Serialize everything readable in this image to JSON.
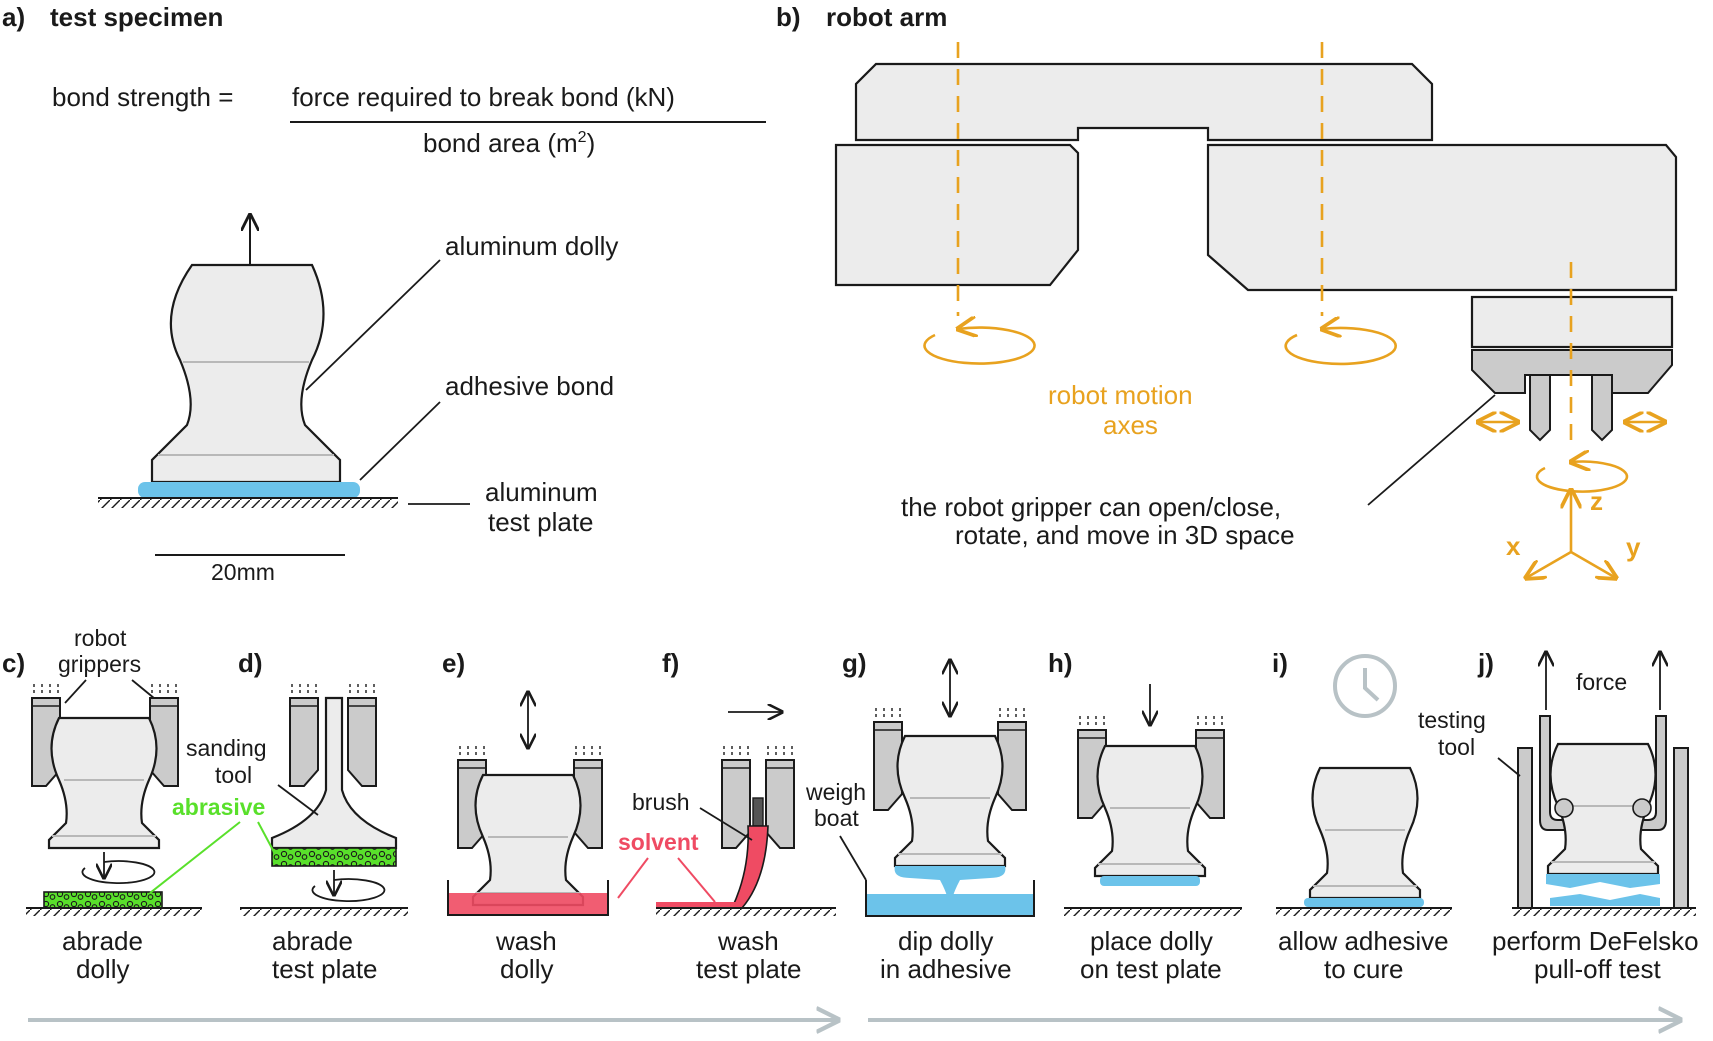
{
  "panel_a": {
    "header_letter": "a)",
    "header_title": "test specimen",
    "eq_lhs": "bond strength =",
    "eq_numerator": "force required to break bond (kN)",
    "eq_denominator_pre": "bond area (m",
    "eq_denominator_sup": "2",
    "eq_denominator_post": ")",
    "label_dolly": "aluminum dolly",
    "label_bond": "adhesive bond",
    "label_plate_line1": "aluminum",
    "label_plate_line2": "test plate",
    "scale_bar": "20mm"
  },
  "panel_b": {
    "header_letter": "b)",
    "header_title": "robot arm",
    "axes_line1": "robot motion",
    "axes_line2": "axes",
    "gripper_line1": "the robot gripper can open/close,",
    "gripper_line2": "rotate, and move in 3D space",
    "axis_x": "x",
    "axis_y": "y",
    "axis_z": "z"
  },
  "steps": [
    {
      "letter": "c)",
      "line1": "abrade",
      "line2": "dolly"
    },
    {
      "letter": "d)",
      "line1": "abrade",
      "line2": "test plate"
    },
    {
      "letter": "e)",
      "line1": "wash",
      "line2": "dolly"
    },
    {
      "letter": "f)",
      "line1": "wash",
      "line2": "test plate"
    },
    {
      "letter": "g)",
      "line1": "dip dolly",
      "line2": "in adhesive"
    },
    {
      "letter": "h)",
      "line1": "place dolly",
      "line2": "on test plate"
    },
    {
      "letter": "i)",
      "line1": "allow adhesive",
      "line2": "to cure"
    },
    {
      "letter": "j)",
      "line1": "perform DeFelsko",
      "line2": "pull-off test"
    }
  ],
  "callouts": {
    "robot_grippers_line1": "robot",
    "robot_grippers_line2": "grippers",
    "sanding_tool_line1": "sanding",
    "sanding_tool_line2": "tool",
    "abrasive": "abrasive",
    "brush": "brush",
    "solvent": "solvent",
    "weigh_boat_line1": "weigh",
    "weigh_boat_line2": "boat",
    "testing_tool_line1": "testing",
    "testing_tool_line2": "tool",
    "force": "force"
  },
  "colors": {
    "axis_orange": "#e8a21f",
    "adhesive_blue": "#6cc3ea",
    "abrasive_green": "#59e02b",
    "solvent_red": "#ef4b63",
    "progress_arrow_gray": "#b8c2c6"
  }
}
